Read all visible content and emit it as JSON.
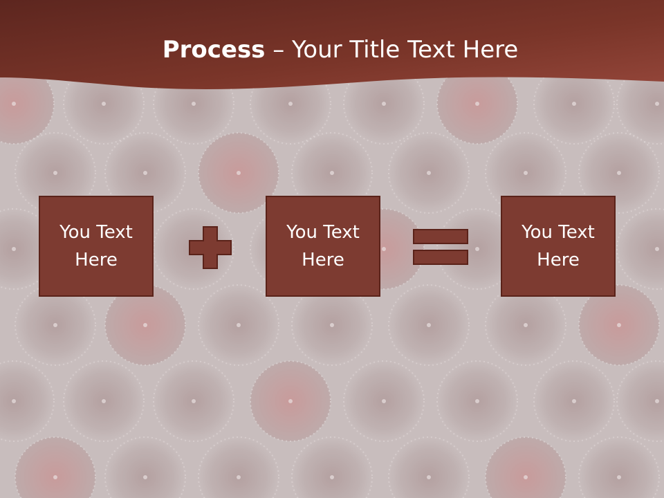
{
  "slide": {
    "title_bold": "Process",
    "title_rest": " – Your Title Text Here",
    "boxes": [
      {
        "label": "You Text Here"
      },
      {
        "label": "You Text Here"
      },
      {
        "label": "You Text Here"
      }
    ],
    "operators": [
      "plus-icon",
      "equals-icon"
    ]
  },
  "colors": {
    "header": "#6e2f26",
    "header_light": "#8e4337",
    "box_fill": "#7d3b31",
    "box_border": "#5a2219",
    "background": "#cbc2c2"
  }
}
